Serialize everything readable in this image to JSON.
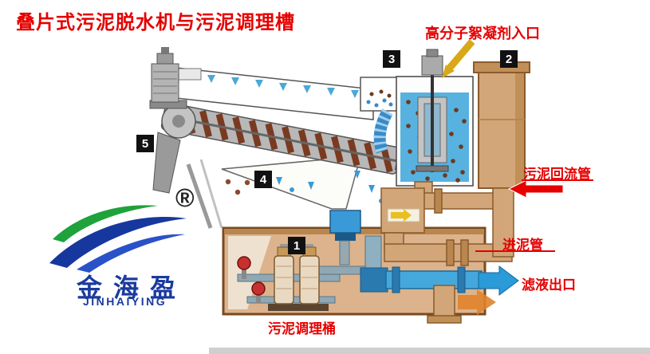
{
  "title": "叠片式污泥脱水机与污泥调理槽",
  "labels": {
    "flocculant_inlet": "高分子絮凝剂入口",
    "sludge_return_pipe": "污泥回流管",
    "sludge_inlet_pipe": "进泥管",
    "filtrate_outlet": "滤液出口",
    "sludge_conditioning_tank": "污泥调理桶"
  },
  "markers": [
    "1",
    "2",
    "3",
    "4",
    "5"
  ],
  "logo": {
    "brand_cn": "金海盈",
    "brand_en": "JINHAIYING",
    "registered_mark": "®"
  },
  "colors": {
    "label_red": "#e60000",
    "marker_bg": "#111111",
    "tank_tan": "#d2a679",
    "pipe_blue": "#45a8dc",
    "screw_brown": "#7a3a20",
    "water_blue": "#58b2e0",
    "logo_blue": "#16389e",
    "logo_green": "#1fa23c"
  }
}
